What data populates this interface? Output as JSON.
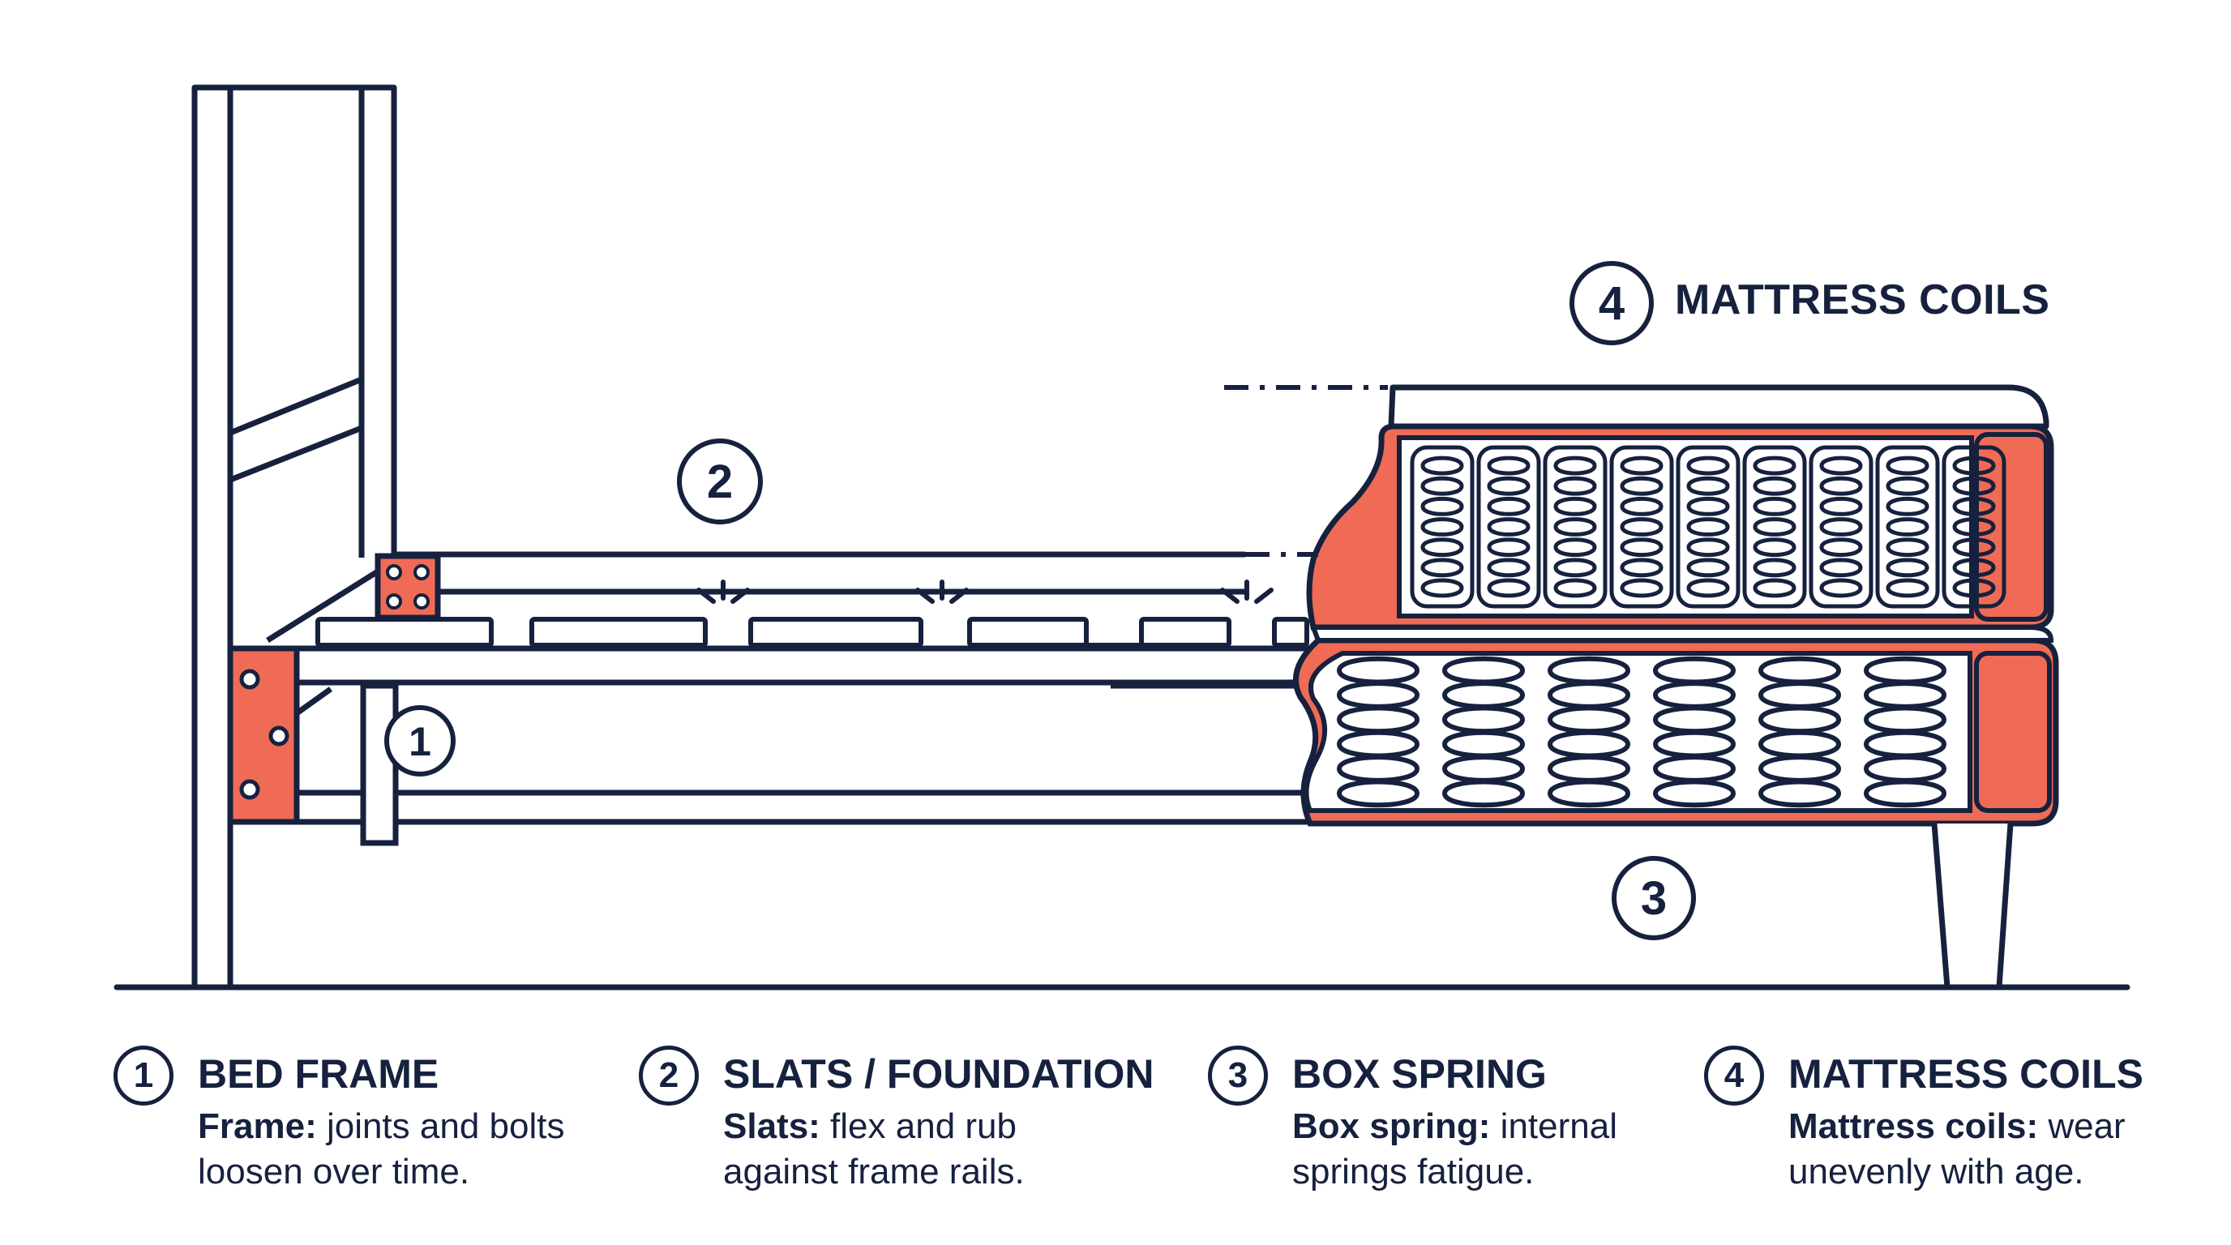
{
  "diagram": {
    "callouts": {
      "frame": {
        "num": "1"
      },
      "slats": {
        "num": "2"
      },
      "box_spring": {
        "num": "3"
      },
      "mattress": {
        "num": "4",
        "label": "MATTRESS COILS"
      }
    }
  },
  "legend": [
    {
      "num": "1",
      "title": "BED FRAME",
      "desc_bold": "Frame:",
      "desc_rest": " joints and bolts loosen over time."
    },
    {
      "num": "2",
      "title": "SLATS / FOUNDATION",
      "desc_bold": "Slats:",
      "desc_rest": " flex and rub against frame rails."
    },
    {
      "num": "3",
      "title": "BOX SPRING",
      "desc_bold": "Box spring:",
      "desc_rest": " internal springs fatigue."
    },
    {
      "num": "4",
      "title": "MATTRESS COILS",
      "desc_bold": "Mattress coils:",
      "desc_rest": " wear unevenly with age."
    }
  ],
  "colors": {
    "ink": "#16213e",
    "accent": "#ef6b55",
    "background": "#ffffff"
  }
}
